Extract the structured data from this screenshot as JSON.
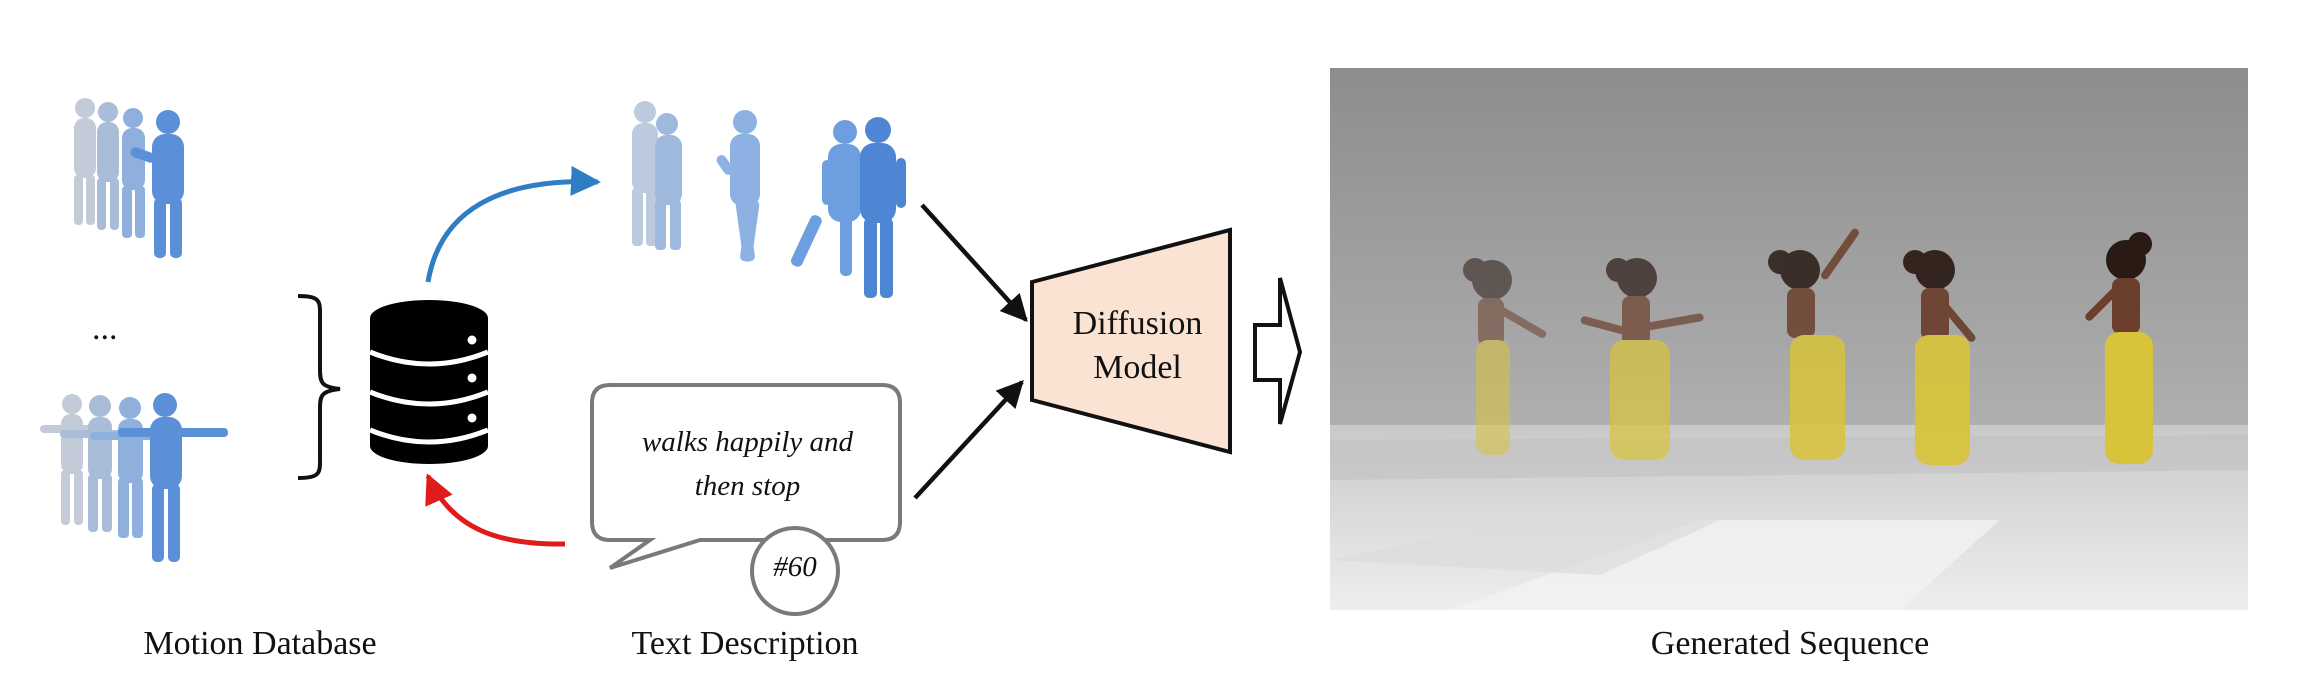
{
  "labels": {
    "motion_database": "Motion Database",
    "text_description": "Text Description",
    "generated_sequence": "Generated Sequence",
    "ellipsis": "..."
  },
  "speech_bubble": {
    "line1": "walks happily and",
    "line2": "then stop",
    "tag": "#60"
  },
  "model": {
    "line1": "Diffusion",
    "line2": "Model"
  },
  "colors": {
    "retrieve_arrow": "#2f7ec4",
    "query_arrow": "#e01b1b",
    "model_fill": "#fbe3d4",
    "mesh_light": "#b7c5dc",
    "mesh_dark": "#4f86d4",
    "character_pants": "#d8c33a"
  },
  "icons": [
    "database-icon",
    "brace-icon",
    "hollow-arrow-icon"
  ]
}
